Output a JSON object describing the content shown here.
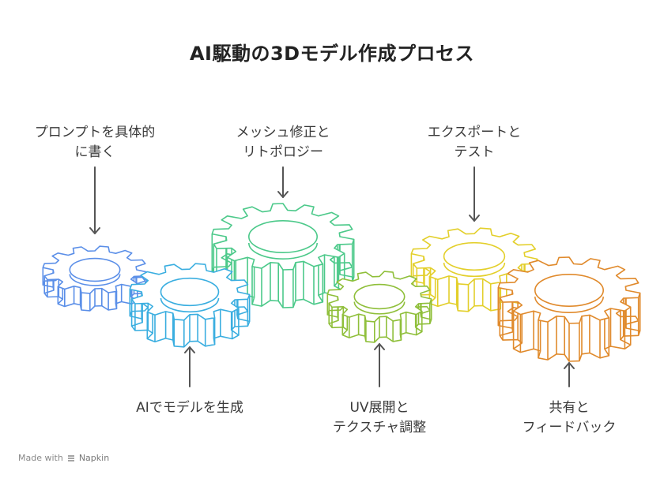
{
  "title": "AI駆動の3Dモデル作成プロセス",
  "steps": [
    {
      "id": "prompt",
      "line1": "プロンプトを具体的",
      "line2": "に書く",
      "color": "#5b8fe8"
    },
    {
      "id": "generate",
      "line1": "AIでモデルを生成",
      "line2": "",
      "color": "#3aaee0"
    },
    {
      "id": "mesh",
      "line1": "メッシュ修正と",
      "line2": "リトポロジー",
      "color": "#4cc98a"
    },
    {
      "id": "uv",
      "line1": "UV展開と",
      "line2": "テクスチャ調整",
      "color": "#8fbf3a"
    },
    {
      "id": "export",
      "line1": "エクスポートと",
      "line2": "テスト",
      "color": "#e3cf2a"
    },
    {
      "id": "share",
      "line1": "共有と",
      "line2": "フィードバック",
      "color": "#e08a2c"
    }
  ],
  "footer": {
    "made_with": "Made with",
    "brand": "Napkin",
    "icon": "napkin-logo-icon"
  },
  "arrow_color": "#555555"
}
